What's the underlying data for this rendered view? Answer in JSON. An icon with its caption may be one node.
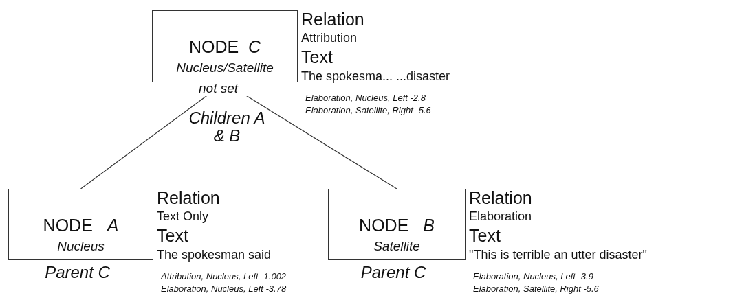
{
  "diagram": {
    "nodes": [
      {
        "text": [
          "NODE  *C*",
          "Nucleus/Satellite"
        ],
        "beside": [
          "Relation",
          "Attribution",
          "Text",
          "The spokesma...  ...disaster",
          "Elaboration, Nucleus, Left -2.8",
          "Elaboration, Satellite, Right -5.6",
          "not set",
          "Children A & B"
        ]
      },
      {
        "text": [
          "NODE   *A*",
          "Nucleus"
        ],
        "beside": [
          "Relation",
          "Text Only",
          "Text",
          "The spokesman said",
          "Attribution, Nucleus, Left -1.002",
          "Elaboration, Nucleus, Left -3.78",
          "Parent C"
        ]
      },
      {
        "text": [
          "NODE   *B*",
          "Satellite"
        ],
        "beside": [
          "Relation",
          "Elaboration",
          "Text",
          "\"This is terrible an utter disaster\"",
          "Elaboration, Nucleus, Left -3.9",
          "Elaboration, Satellite, Right -5.6",
          "Parent C"
        ]
      }
    ],
    "edges": [
      {
        "from": 0,
        "to": 1,
        "arrow": "none"
      },
      {
        "from": 0,
        "to": 2,
        "arrow": "none"
      }
    ]
  }
}
